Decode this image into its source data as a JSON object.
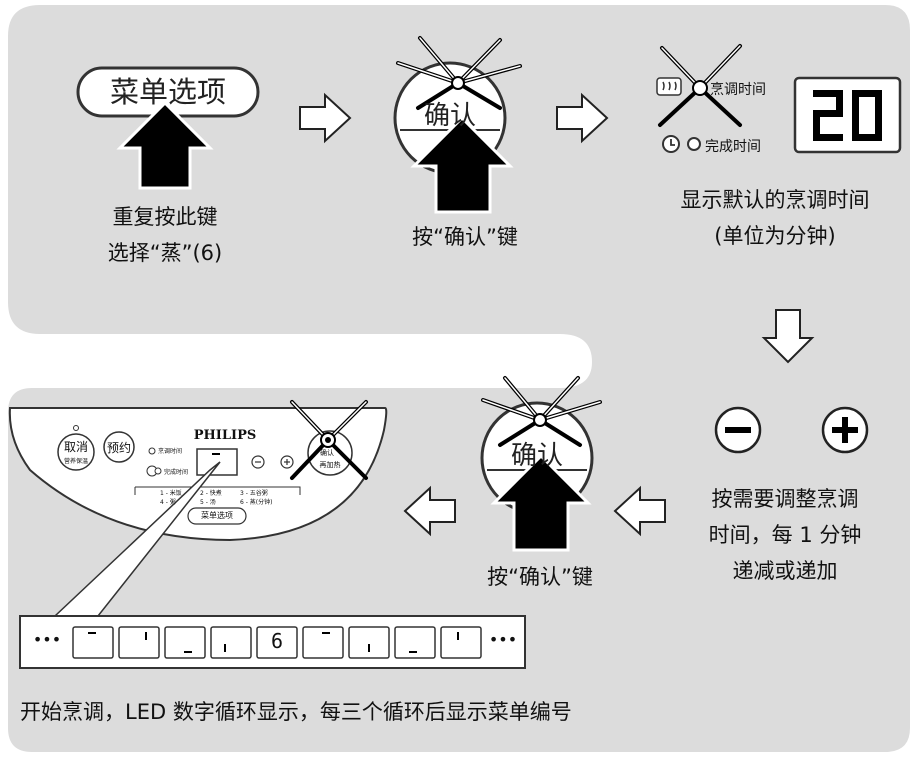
{
  "step1": {
    "button_label": "菜单选项",
    "line1": "重复按此键",
    "line2": "选择“蒸”(6)"
  },
  "step2": {
    "button_label": "确认",
    "caption": "按“确认”键"
  },
  "step3": {
    "cook_time_label": "烹调时间",
    "finish_time_label": "完成时间",
    "display_value": "20",
    "line1": "显示默认的烹调时间",
    "line2": "(单位为分钟)"
  },
  "step4": {
    "minus_symbol": "−",
    "plus_symbol": "+",
    "line1": "按需要调整烹调",
    "line2": "时间，每 1 分钟",
    "line3": "递减或递加"
  },
  "step5": {
    "button_label": "确认",
    "caption": "按“确认”键"
  },
  "panel": {
    "brand": "PHILIPS",
    "cancel_label": "取消",
    "cancel_sub": "营养保温",
    "timer_label": "预约",
    "cook_time_label": "烹调时间",
    "finish_time_label": "完成时间",
    "menu_button_label": "菜单选项",
    "menu_items": [
      "1 - 米饭",
      "2 - 快煮",
      "3 - 五谷粥",
      "4 - 粥",
      "5 - 汤",
      "6 - 蒸(分钟)"
    ],
    "confirm_label": "确认",
    "reheat_label": "再加热"
  },
  "display_strip": {
    "dots": "•••",
    "digit_value": "6"
  },
  "bottom_caption": "开始烹调，LED 数字循环显示，每三个循环后显示菜单编号",
  "colors": {
    "background_gray": "#dcdcdc",
    "panel_border": "#333333"
  }
}
